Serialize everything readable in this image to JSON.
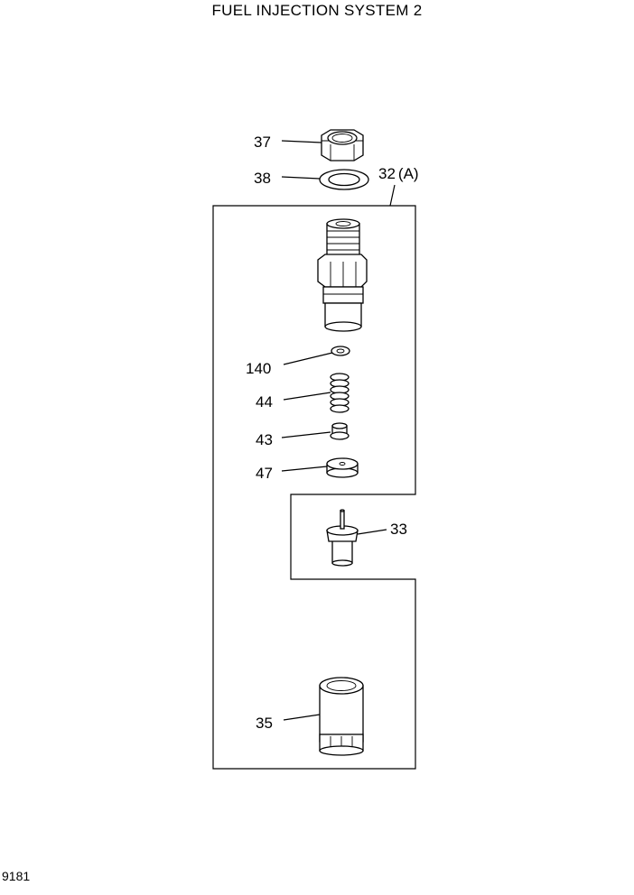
{
  "title": "FUEL INJECTION SYSTEM 2",
  "page_code": "9181",
  "callouts": [
    {
      "id": "37"
    },
    {
      "id": "38"
    },
    {
      "id": "32",
      "suffix": "(A)"
    },
    {
      "id": "140"
    },
    {
      "id": "44"
    },
    {
      "id": "43"
    },
    {
      "id": "47"
    },
    {
      "id": "33"
    },
    {
      "id": "35"
    }
  ]
}
